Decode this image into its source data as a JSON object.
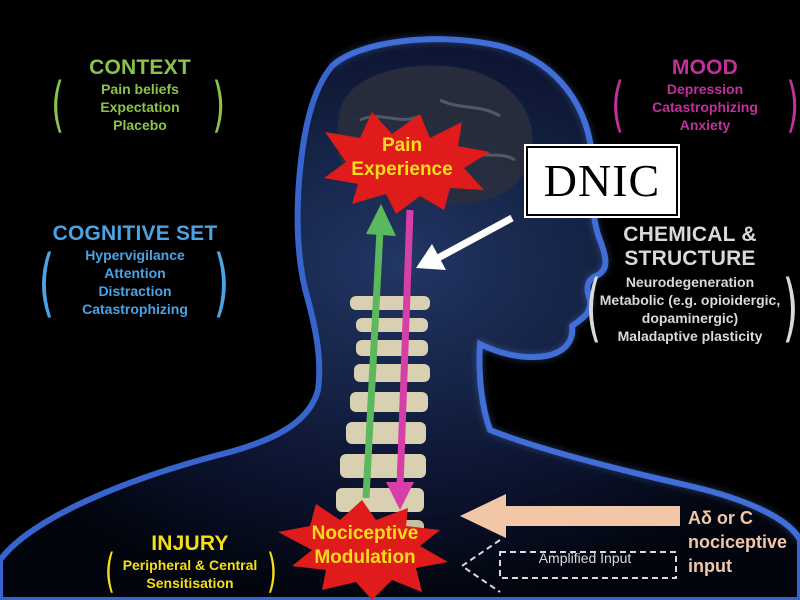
{
  "context": {
    "heading": "CONTEXT",
    "items": [
      "Pain beliefs",
      "Expectation",
      "Placebo"
    ]
  },
  "mood": {
    "heading": "MOOD",
    "items": [
      "Depression",
      "Catastrophizing",
      "Anxiety"
    ]
  },
  "cognitive_set": {
    "heading": "COGNITIVE SET",
    "items": [
      "Hypervigilance",
      "Attention",
      "Distraction",
      "Catastrophizing"
    ]
  },
  "chemical_structure": {
    "heading_line1": "CHEMICAL &",
    "heading_line2": "STRUCTURE",
    "items": [
      "Neurodegeneration",
      "Metabolic (e.g. opioidergic,",
      "dopaminergic)",
      "Maladaptive plasticity"
    ]
  },
  "injury": {
    "heading": "INJURY",
    "items": [
      "Peripheral & Central",
      "Sensitisation"
    ]
  },
  "pain_experience": {
    "line1": "Pain",
    "line2": "Experience"
  },
  "nociceptive_modulation": {
    "line1": "Nociceptive",
    "line2": "Modulation"
  },
  "dnic_label": "DNIC",
  "nociceptive_input": {
    "line1": "Aδ or C",
    "line2": "nociceptive",
    "line3": "input"
  },
  "amplified_input_label": "Amplified Input",
  "colors": {
    "context": "#8bc34a",
    "mood": "#c2309a",
    "cognitive": "#4ba3e3",
    "chemical": "#d9d9d9",
    "injury": "#f5de18",
    "burst": "#e01b1b",
    "ascending": "#5cb85c",
    "descending": "#d63fa8",
    "input_arrow": "#f2c7a8"
  },
  "icons": [
    "human-head-silhouette",
    "spine-vertebrae",
    "pain-burst",
    "ascending-arrow",
    "descending-arrow",
    "input-arrow"
  ]
}
